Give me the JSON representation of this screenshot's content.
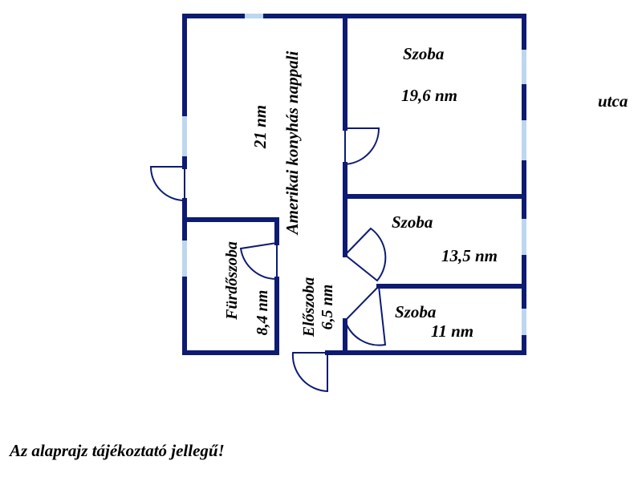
{
  "colors": {
    "wall": "#0d1b72",
    "window": "#bcd7ee",
    "text": "#000000",
    "background": "#ffffff"
  },
  "rooms": {
    "living_name": "Amerikai konyhás nappali",
    "living_area": "21 nm",
    "room1_name": "Szoba",
    "room1_area": "19,6 nm",
    "room2_name": "Szoba",
    "room2_area": "13,5 nm",
    "room3_name": "Szoba",
    "room3_area": "11 nm",
    "bath_name": "Fürdőszoba",
    "bath_area": "8,4 nm",
    "hall_name": "Előszoba",
    "hall_area": "6,5 nm"
  },
  "street_label": "utca",
  "footnote": "Az alaprajz tájékoztató jellegű!"
}
